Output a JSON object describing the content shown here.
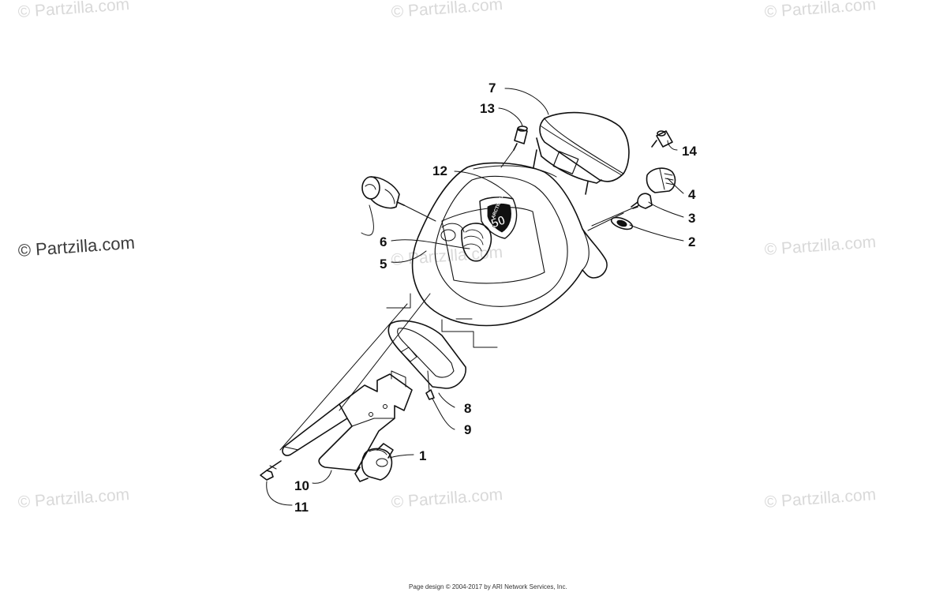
{
  "watermark": {
    "text": "© Partzilla.com",
    "main_text": "© Partzilla.com"
  },
  "part_labels": [
    "1",
    "2",
    "3",
    "4",
    "5",
    "6",
    "7",
    "8",
    "9",
    "10",
    "11",
    "12",
    "13",
    "14"
  ],
  "decal": {
    "brand": "ARCTIC CAT",
    "number": "50"
  },
  "footer": "Page design © 2004-2017 by ARI Network Services, Inc."
}
